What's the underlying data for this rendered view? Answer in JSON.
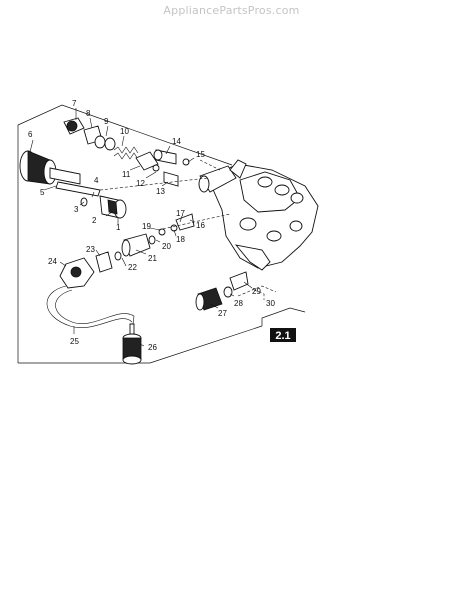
{
  "watermark": "AppliancePartsPros.com",
  "section_badge": "2.1",
  "parts": [
    {
      "number": "1"
    },
    {
      "number": "2"
    },
    {
      "number": "3"
    },
    {
      "number": "4"
    },
    {
      "number": "5"
    },
    {
      "number": "6"
    },
    {
      "number": "7"
    },
    {
      "number": "8"
    },
    {
      "number": "9"
    },
    {
      "number": "10"
    },
    {
      "number": "11"
    },
    {
      "number": "12"
    },
    {
      "number": "13"
    },
    {
      "number": "14"
    },
    {
      "number": "15"
    },
    {
      "number": "16"
    },
    {
      "number": "17"
    },
    {
      "number": "18"
    },
    {
      "number": "19"
    },
    {
      "number": "20"
    },
    {
      "number": "21"
    },
    {
      "number": "22"
    },
    {
      "number": "23"
    },
    {
      "number": "24"
    },
    {
      "number": "25"
    },
    {
      "number": "26"
    },
    {
      "number": "27"
    },
    {
      "number": "28"
    },
    {
      "number": "29"
    },
    {
      "number": "30"
    }
  ]
}
